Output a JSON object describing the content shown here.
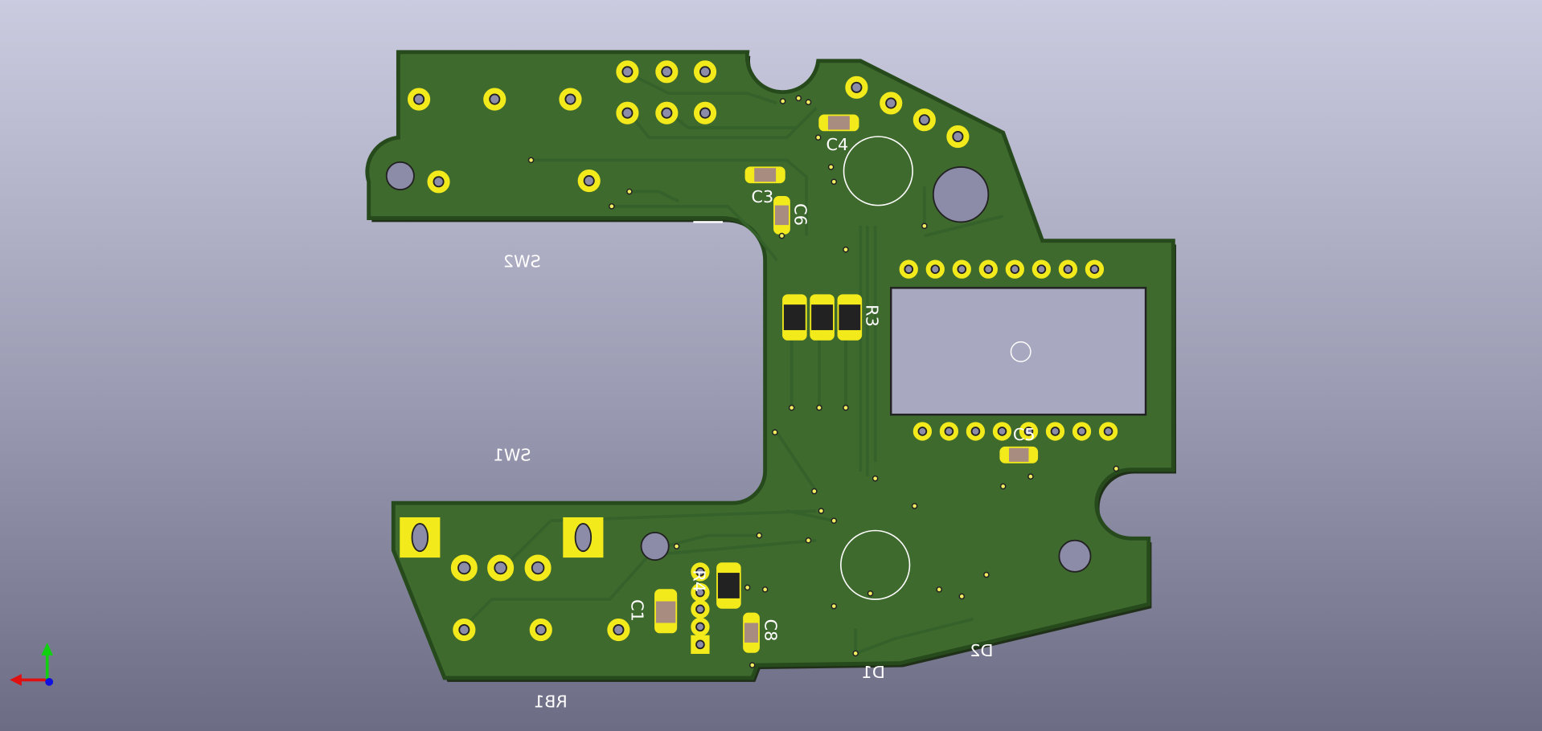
{
  "viewer": {
    "title": "3D Viewer",
    "view": "bottom"
  },
  "board": {
    "mask_color": "#3f6a2e",
    "copper_color": "#f3ea1c",
    "background_top": "#cbcbe0",
    "background_bottom": "#6c6c84"
  },
  "references": {
    "sw2": "SW2",
    "sw1": "SW1",
    "rb1": "RB1",
    "d1": "D1",
    "d2": "D2",
    "c1": "C1",
    "c3": "C3",
    "c4": "C4",
    "c5": "C5",
    "c6": "C6",
    "c8": "C8",
    "r3": "R3",
    "r4": "R4"
  },
  "axes": {
    "x_color": "#e01010",
    "y_color": "#10d010",
    "z_color": "#1010e0"
  }
}
